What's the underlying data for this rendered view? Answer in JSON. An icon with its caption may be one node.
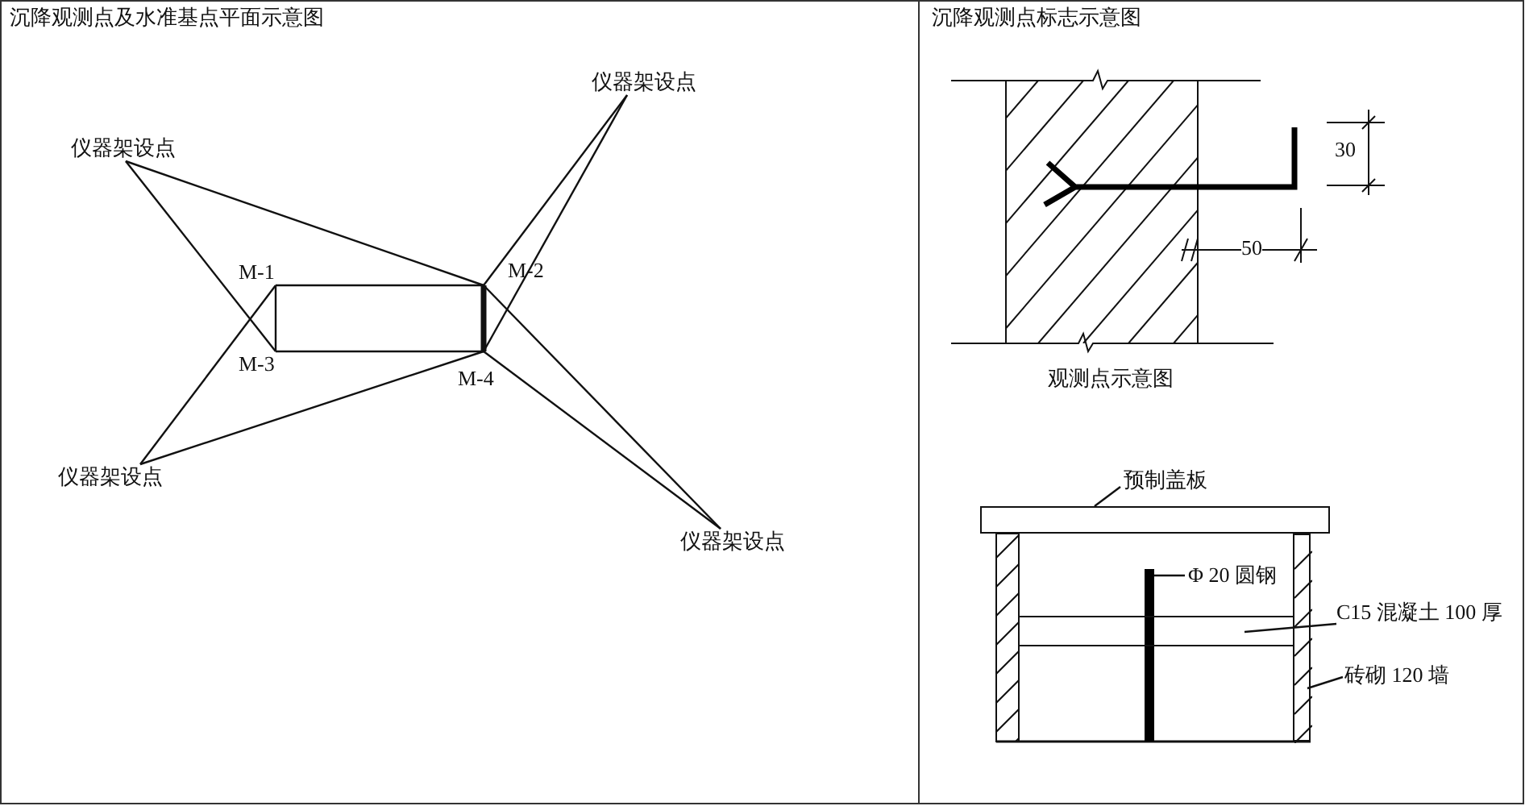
{
  "diagram": {
    "title": "沉降观测点及水准基点平面示意图",
    "nodes": [
      {
        "text": [
          "仪器架设点"
        ]
      },
      {
        "text": [
          "仪器架设点"
        ]
      },
      {
        "text": [
          "M-1"
        ]
      },
      {
        "text": [
          "M-2"
        ]
      },
      {
        "text": [
          "M-3"
        ]
      },
      {
        "text": [
          "M-4"
        ]
      },
      {
        "text": [
          "仪器架设点"
        ]
      },
      {
        "text": [
          "仪器架设点"
        ]
      },
      {
        "text": [
          "预制盖板"
        ]
      },
      {
        "text": [],
        "shape": "box"
      },
      {
        "text": [
          "Φ 20 圆钢"
        ]
      },
      {
        "text": [],
        "shape": "bar"
      },
      {
        "text": [
          "C15 混凝土 100 厚"
        ]
      },
      {
        "text": [],
        "shape": "box"
      },
      {
        "text": [
          "砖砌 120 墙"
        ]
      },
      {
        "text": [],
        "shape": "box"
      }
    ],
    "edges": [
      {
        "from": 0,
        "to": 3,
        "arrow": "none"
      },
      {
        "from": 0,
        "to": 5,
        "arrow": "none"
      },
      {
        "from": 1,
        "to": 3,
        "arrow": "none"
      },
      {
        "from": 1,
        "to": 4,
        "arrow": "none"
      },
      {
        "from": 6,
        "to": 2,
        "arrow": "none"
      },
      {
        "from": 6,
        "to": 5,
        "arrow": "none"
      },
      {
        "from": 7,
        "to": 3,
        "arrow": "none"
      },
      {
        "from": 7,
        "to": 5,
        "arrow": "none"
      },
      {
        "from": 2,
        "to": 3,
        "arrow": "none"
      },
      {
        "from": 4,
        "to": 5,
        "arrow": "none"
      },
      {
        "from": 2,
        "to": 4,
        "arrow": "none"
      },
      {
        "from": 3,
        "to": 5,
        "arrow": "none",
        "style": "thick"
      },
      {
        "from": 8,
        "to": 9,
        "arrow": "none"
      },
      {
        "from": 10,
        "to": 11,
        "arrow": "none"
      },
      {
        "from": 12,
        "to": 13,
        "arrow": "none"
      },
      {
        "from": 14,
        "to": 15,
        "arrow": "none"
      }
    ],
    "labels": [
      "沉降观测点标志示意图",
      "30",
      "50",
      "观测点示意图"
    ]
  }
}
